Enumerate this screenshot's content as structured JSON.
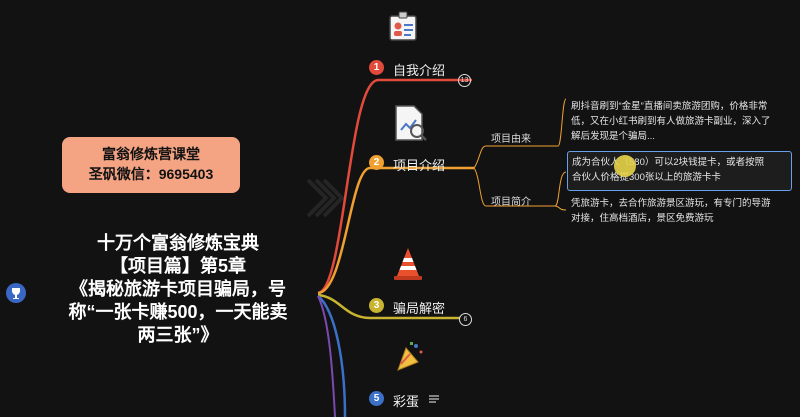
{
  "brand": {
    "line1": "富翁修炼营课堂",
    "line2": "圣矾微信：9695403"
  },
  "title": {
    "line1": "十万个富翁修炼宝典",
    "line2": "【项目篇】第5章",
    "line3": "《揭秘旅游卡项目骗局，号",
    "line4": "称“一张卡赚500，一天能卖",
    "line5": "两三张”》"
  },
  "branches": [
    {
      "num": "1",
      "label": "自我介绍",
      "count": "13",
      "color": "#e24a3b"
    },
    {
      "num": "2",
      "label": "项目介绍",
      "color": "#f0a030"
    },
    {
      "num": "3",
      "label": "骗局解密",
      "count": "6",
      "color": "#c8b430"
    },
    {
      "num": "5",
      "label": "彩蛋",
      "color": "#3a70c8"
    }
  ],
  "subtopics": {
    "origin": "项目由来",
    "intro": "项目简介"
  },
  "leaves": {
    "origin": [
      "刷抖音刷到“金星”直播间卖旅游团购，价格非常",
      "低，又在小红书刷到有人做旅游卡副业，深入了",
      "解后发现是个骗局..."
    ],
    "intro1": [
      "成为合伙人（580）可以2块钱提卡，或者按照",
      "合伙人价格提300张以上的旅游卡卡"
    ],
    "intro2": [
      "凭旅游卡，去合作旅游景区游玩，有专门的导游",
      "对接，住高档酒店，景区免费游玩"
    ]
  },
  "icons": [
    "id-card-icon",
    "document-chart-icon",
    "traffic-cone-icon",
    "party-popper-icon",
    "trophy-icon",
    "notes-icon"
  ],
  "colors": {
    "background": "#121212",
    "brand_bg": "#f4a483",
    "highlight_border": "#6aa0e8"
  }
}
